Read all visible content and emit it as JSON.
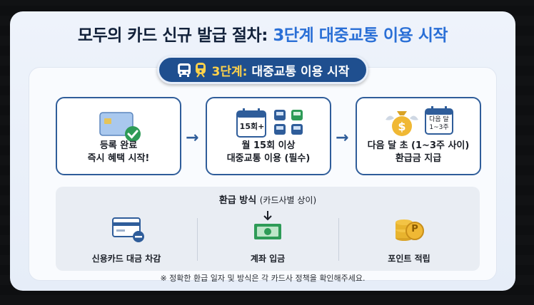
{
  "title": {
    "prefix": "모두의 카드 신규 발급 절차: ",
    "accent": "3단계 대중교통 이용 시작"
  },
  "banner": {
    "step": "3단계:",
    "label": "대중교통 이용 시작"
  },
  "steps": [
    {
      "line1": "등록 완료",
      "line2": "즉시 혜택 시작!"
    },
    {
      "badge": "15회+",
      "line1": "월 15회 이상",
      "line2": "대중교통 이용 (필수)"
    },
    {
      "calendar_top": "다음 달",
      "calendar_bottom": "1~3주",
      "line1": "다음 달 초 (1~3주 사이)",
      "line2": "환급금 지급"
    }
  ],
  "refund": {
    "title": "환급 방식",
    "subtitle": "(카드사별 상이)",
    "methods": [
      {
        "label": "신용카드 대금 차감",
        "icon": "credit-card-minus-icon"
      },
      {
        "label": "계좌 입금",
        "icon": "cash-deposit-icon"
      },
      {
        "label": "포인트 적립",
        "icon": "coin-point-icon"
      }
    ],
    "point_symbol": "P"
  },
  "note": "※ 정확한 환급 일자 및 방식은 각 카드사 정책을 확인해주세요.",
  "colors": {
    "accent": "#2a6fd6",
    "navy": "#1f4f8f",
    "gold": "#ffd24a",
    "green": "#2e9b57"
  }
}
